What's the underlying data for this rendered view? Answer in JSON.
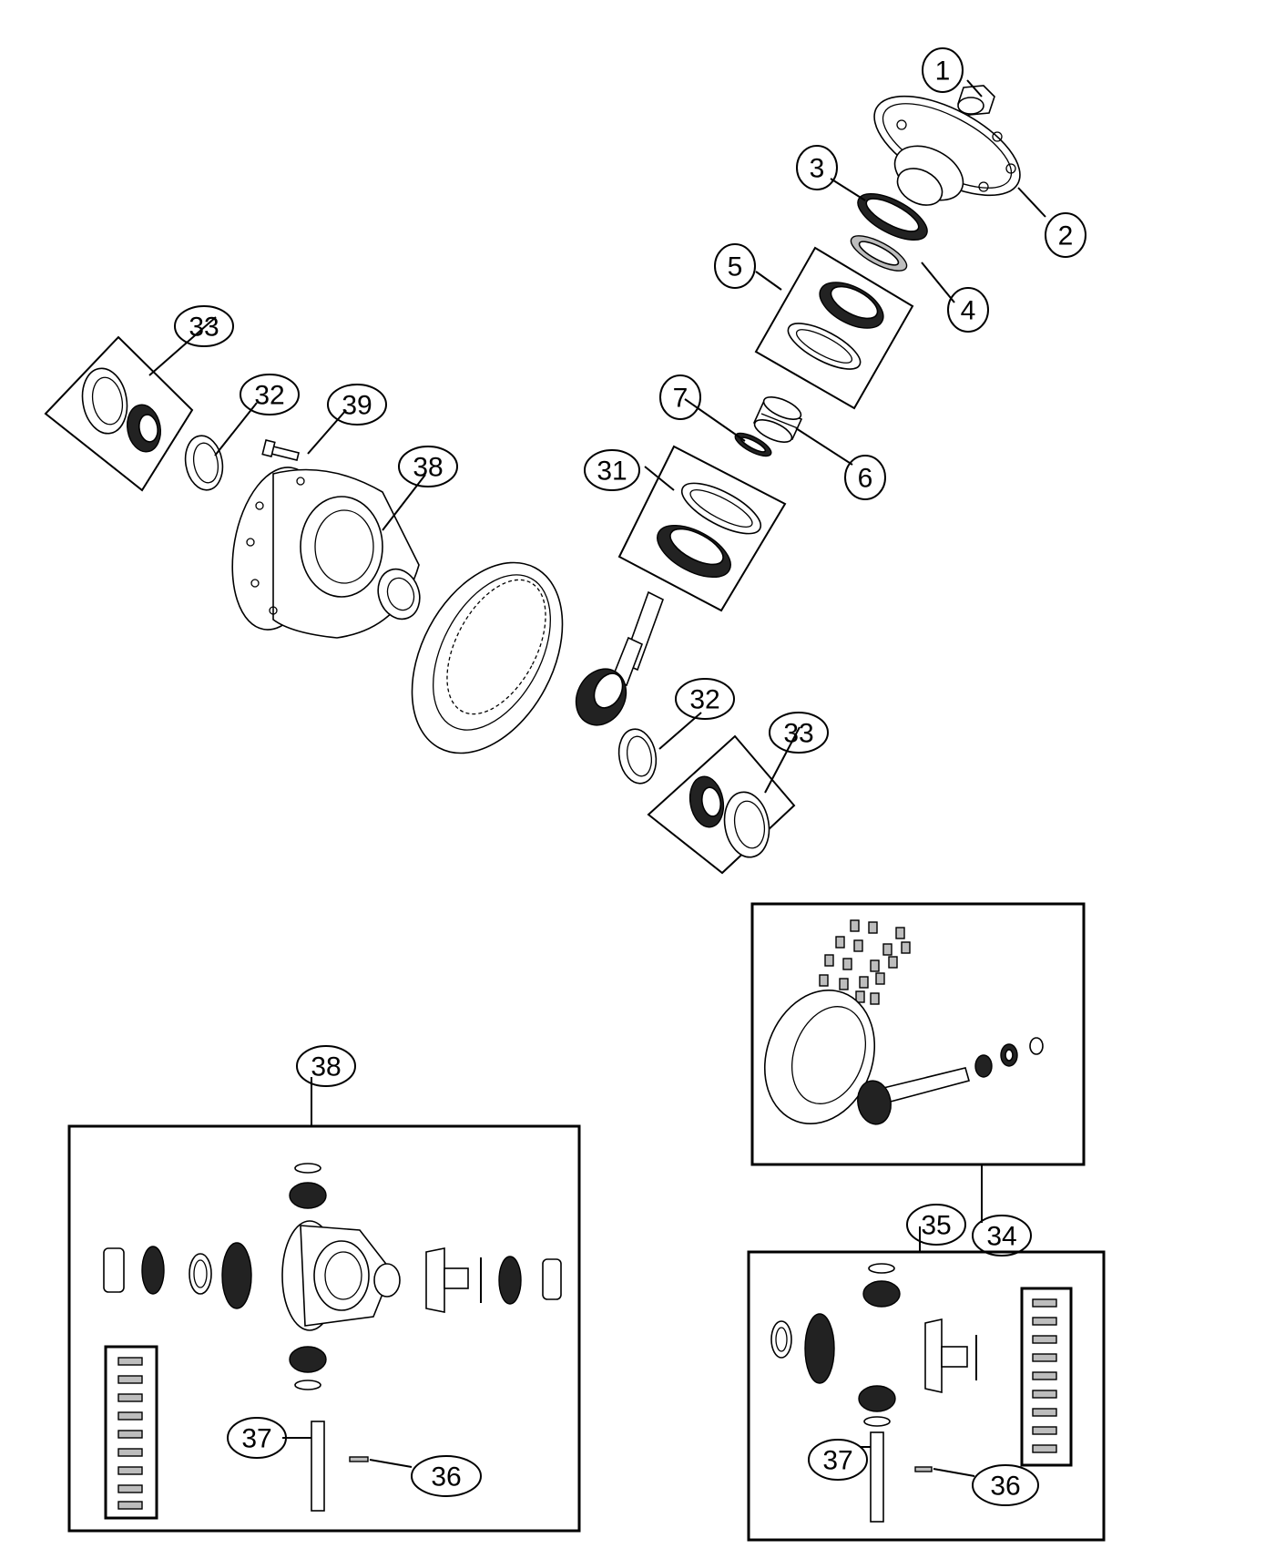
{
  "callouts": {
    "c1": "1",
    "c2": "2",
    "c3": "3",
    "c4": "4",
    "c5": "5",
    "c6": "6",
    "c7": "7",
    "c31": "31",
    "c32a": "32",
    "c32b": "32",
    "c33a": "33",
    "c33b": "33",
    "c39": "39",
    "c38a": "38",
    "c38b": "38",
    "c34": "34",
    "c35": "35",
    "c36a": "36",
    "c36b": "36",
    "c37a": "37",
    "c37b": "37"
  }
}
